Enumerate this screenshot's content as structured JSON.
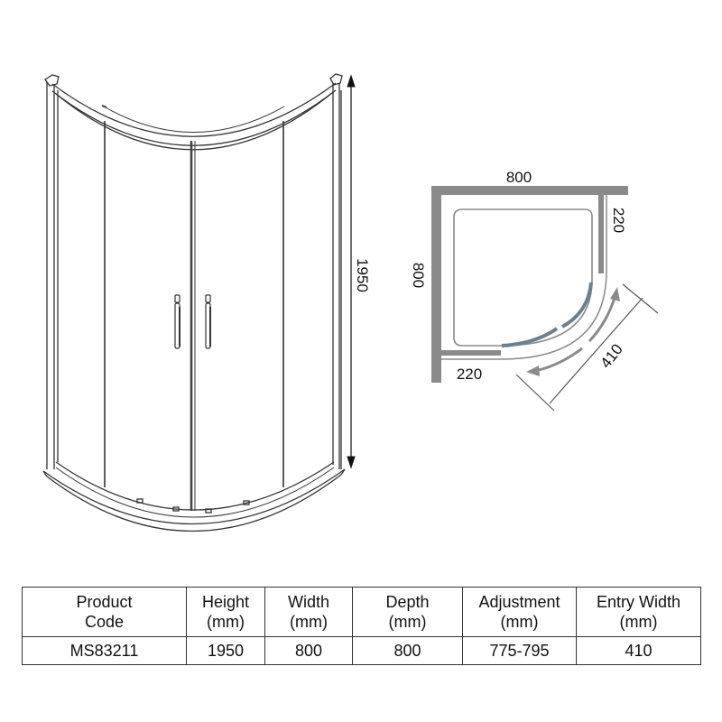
{
  "elevation_view": {
    "height_dimension": "1950"
  },
  "plan_view": {
    "width_dimension": "800",
    "depth_dimension": "800",
    "right_fixed_panel": "220",
    "bottom_fixed_panel": "220",
    "entry_width": "410",
    "colors": {
      "wall": "#8a8a8a",
      "tray_outline": "#8a8a8a",
      "sliding_door": "#6b7f8f",
      "arrow": "#8a8a8a"
    }
  },
  "spec_table": {
    "headers": [
      {
        "line1": "Product",
        "line2": "Code"
      },
      {
        "line1": "Height",
        "line2": "(mm)"
      },
      {
        "line1": "Width",
        "line2": "(mm)"
      },
      {
        "line1": "Depth",
        "line2": "(mm)"
      },
      {
        "line1": "Adjustment",
        "line2": "(mm)"
      },
      {
        "line1": "Entry Width",
        "line2": "(mm)"
      }
    ],
    "rows": [
      [
        "MS83211",
        "1950",
        "800",
        "800",
        "775-795",
        "410"
      ]
    ]
  }
}
